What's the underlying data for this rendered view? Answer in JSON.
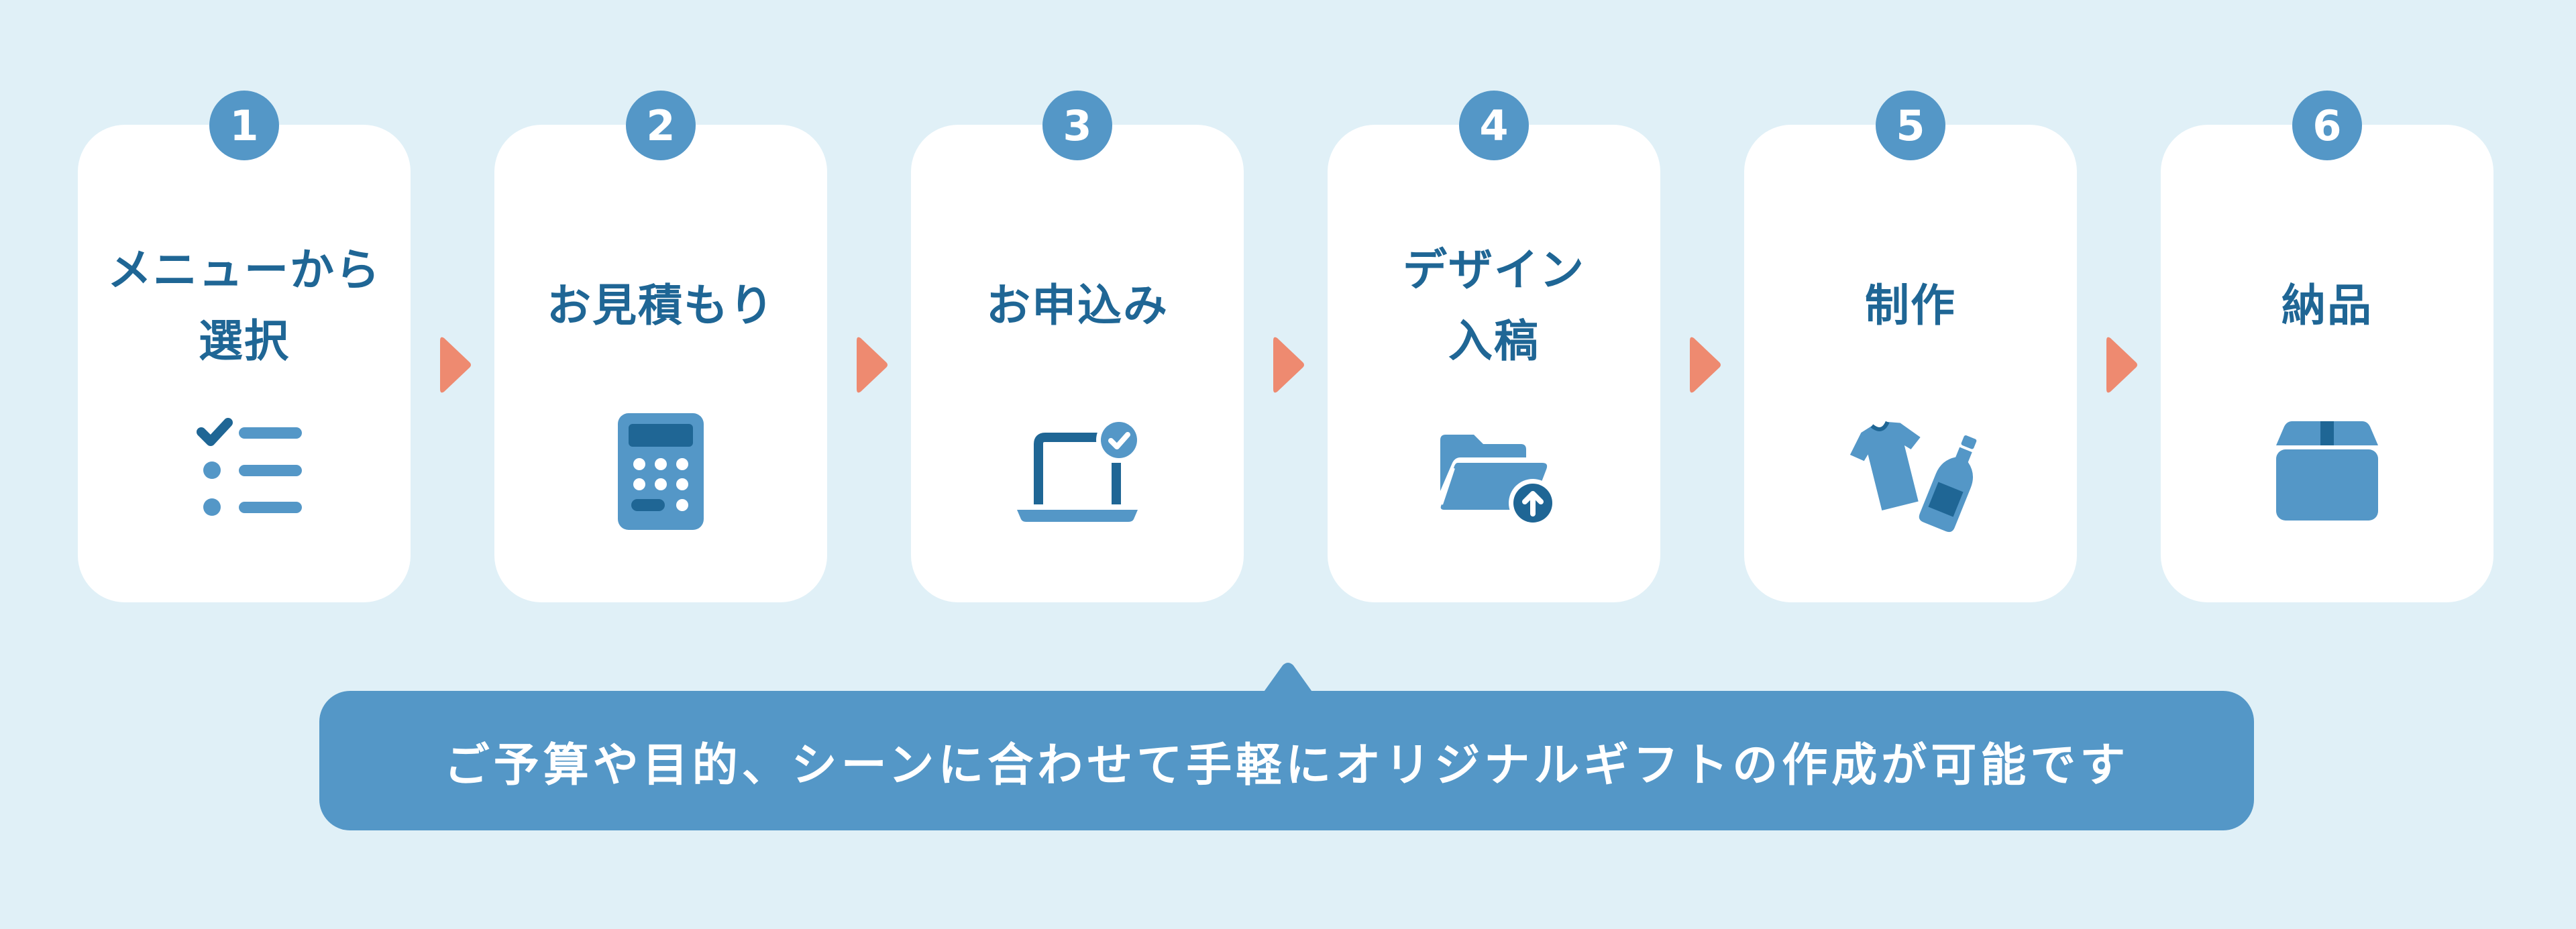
{
  "steps": [
    {
      "number": "1",
      "title_lines": [
        "メニューから",
        "選択"
      ],
      "icon": "checklist-icon"
    },
    {
      "number": "2",
      "title_lines": [
        "お見積もり"
      ],
      "icon": "calculator-icon"
    },
    {
      "number": "3",
      "title_lines": [
        "お申込み"
      ],
      "icon": "laptop-check-icon"
    },
    {
      "number": "4",
      "title_lines": [
        "デザイン",
        "入稿"
      ],
      "icon": "folder-upload-icon"
    },
    {
      "number": "5",
      "title_lines": [
        "制作"
      ],
      "icon": "shirt-bottle-icon"
    },
    {
      "number": "6",
      "title_lines": [
        "納品"
      ],
      "icon": "box-icon"
    }
  ],
  "banner": {
    "text": "ご予算や目的、シーンに合わせて手軽にオリジナルギフトの作成が可能です"
  },
  "colors": {
    "background": "#e0f0f7",
    "card": "#ffffff",
    "accent_blue": "#5497c7",
    "dark_blue": "#1f6695",
    "arrow": "#ee8a70"
  }
}
